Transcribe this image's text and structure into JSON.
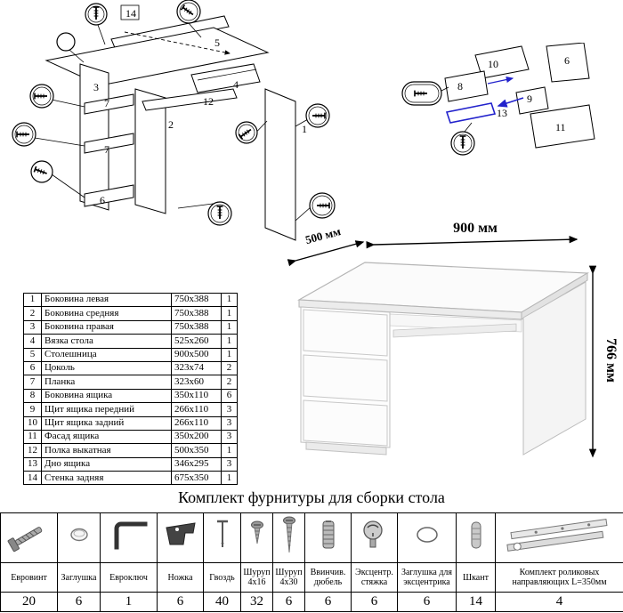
{
  "title": "Комплект фурнитуры для сборки стола",
  "desk": {
    "dim_width": "900 мм",
    "dim_depth": "500 мм",
    "dim_height": "766 мм"
  },
  "diagram_left": {
    "labels": [
      "14",
      "5",
      "3",
      "7",
      "7",
      "6",
      "2",
      "4",
      "12",
      "1"
    ]
  },
  "diagram_right": {
    "labels": [
      "10",
      "6",
      "8",
      "13",
      "9",
      "11"
    ]
  },
  "parts_table": {
    "rows": [
      {
        "num": "1",
        "name": "Боковина левая",
        "size": "750x388",
        "qty": "1"
      },
      {
        "num": "2",
        "name": "Боковина средняя",
        "size": "750x388",
        "qty": "1"
      },
      {
        "num": "3",
        "name": "Боковина правая",
        "size": "750x388",
        "qty": "1"
      },
      {
        "num": "4",
        "name": "Вязка стола",
        "size": "525x260",
        "qty": "1"
      },
      {
        "num": "5",
        "name": "Столешница",
        "size": "900x500",
        "qty": "1"
      },
      {
        "num": "6",
        "name": "Цоколь",
        "size": "323x74",
        "qty": "2"
      },
      {
        "num": "7",
        "name": "Планка",
        "size": "323x60",
        "qty": "2"
      },
      {
        "num": "8",
        "name": "Боковина ящика",
        "size": "350x110",
        "qty": "6"
      },
      {
        "num": "9",
        "name": "Щит ящика передний",
        "size": "266x110",
        "qty": "3"
      },
      {
        "num": "10",
        "name": "Щит ящика задний",
        "size": "266x110",
        "qty": "3"
      },
      {
        "num": "11",
        "name": "Фасад ящика",
        "size": "350x200",
        "qty": "3"
      },
      {
        "num": "12",
        "name": "Полка выкатная",
        "size": "500x350",
        "qty": "1"
      },
      {
        "num": "13",
        "name": "Дно ящика",
        "size": "346x295",
        "qty": "3"
      },
      {
        "num": "14",
        "name": "Стенка задняя",
        "size": "675x350",
        "qty": "1"
      }
    ]
  },
  "hardware": {
    "items": [
      {
        "name": "Евровинт",
        "qty": "20",
        "icon": "confirmat-screw-icon"
      },
      {
        "name": "Заглушка",
        "qty": "6",
        "icon": "cap-icon"
      },
      {
        "name": "Евроключ",
        "qty": "1",
        "icon": "hex-key-icon"
      },
      {
        "name": "Ножка",
        "qty": "6",
        "icon": "leg-icon"
      },
      {
        "name": "Гвоздь",
        "qty": "40",
        "icon": "nail-icon"
      },
      {
        "name": "Шуруп 4x16",
        "qty": "32",
        "icon": "screw-4x16-icon"
      },
      {
        "name": "Шуруп 4x30",
        "qty": "6",
        "icon": "screw-4x30-icon"
      },
      {
        "name": "Ввинчив. дюбель",
        "qty": "6",
        "icon": "threaded-dowel-icon"
      },
      {
        "name": "Эксцентр. стяжка",
        "qty": "6",
        "icon": "cam-lock-icon"
      },
      {
        "name": "Заглушка для эксцентрика",
        "qty": "6",
        "icon": "cam-cap-icon"
      },
      {
        "name": "Шкант",
        "qty": "14",
        "icon": "dowel-icon"
      },
      {
        "name": "Комплект роликовых направляющих L=350мм",
        "qty": "4",
        "icon": "drawer-slide-icon"
      }
    ]
  },
  "colors": {
    "line": "#000000",
    "blue": "#2222cc",
    "desk_edge": "#b5b5b5"
  }
}
